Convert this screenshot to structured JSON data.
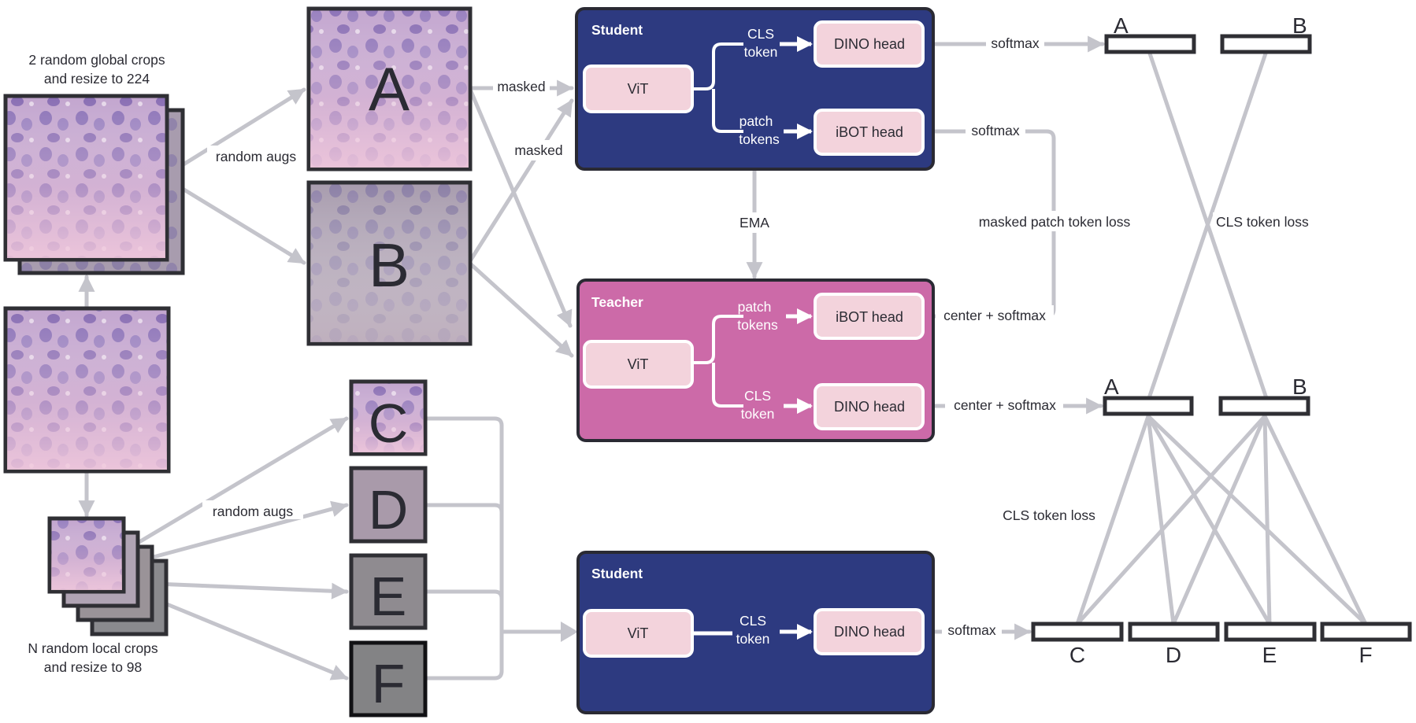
{
  "colors": {
    "student_bg": "#2d3a80",
    "teacher_bg": "#cc6aa8",
    "module_fill": "#f3d3dc",
    "connector": "#c4c4cb",
    "frame": "#2f2f34",
    "text_dark": "#2b2b33"
  },
  "inputs": {
    "global_crops_label_line1": "2 random global crops",
    "global_crops_label_line2": "and resize to 224",
    "local_crops_label_line1": "N random local crops",
    "local_crops_label_line2": "and resize to 98",
    "random_augs_global": "random augs",
    "random_augs_local": "random augs"
  },
  "views": {
    "global": [
      {
        "letter": "A",
        "tint": "vivid"
      },
      {
        "letter": "B",
        "tint": "gray"
      }
    ],
    "local": [
      {
        "letter": "C",
        "tint": "vivid"
      },
      {
        "letter": "D",
        "tint": "gray"
      },
      {
        "letter": "E",
        "tint": "dark-gray"
      },
      {
        "letter": "F",
        "tint": "darker-gray"
      }
    ]
  },
  "edges": {
    "masked_1": "masked",
    "masked_2": "masked",
    "ema": "EMA"
  },
  "student_top": {
    "title": "Student",
    "backbone": "ViT",
    "branch_cls_line1": "CLS",
    "branch_cls_line2": "token",
    "branch_patch_line1": "patch",
    "branch_patch_line2": "tokens",
    "head_dino": "DINO head",
    "head_ibot": "iBOT head",
    "out_dino": "softmax",
    "out_ibot": "softmax"
  },
  "teacher": {
    "title": "Teacher",
    "backbone": "ViT",
    "branch_patch_line1": "patch",
    "branch_patch_line2": "tokens",
    "branch_cls_line1": "CLS",
    "branch_cls_line2": "token",
    "head_ibot": "iBOT head",
    "head_dino": "DINO head",
    "out_ibot": "center + softmax",
    "out_dino": "center + softmax"
  },
  "student_bottom": {
    "title": "Student",
    "backbone": "ViT",
    "branch_cls_line1": "CLS",
    "branch_cls_line2": "token",
    "head_dino": "DINO head",
    "out_dino": "softmax"
  },
  "outputs": {
    "student_global": [
      "A",
      "B"
    ],
    "teacher_global": [
      "A",
      "B"
    ],
    "student_local": [
      "C",
      "D",
      "E",
      "F"
    ]
  },
  "losses": {
    "masked_patch": "masked patch token loss",
    "cls_global": "CLS token loss",
    "cls_local": "CLS token loss"
  }
}
